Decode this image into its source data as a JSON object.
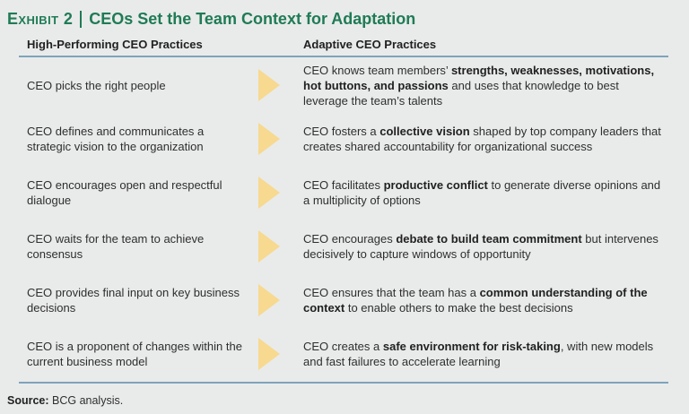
{
  "header": {
    "exhibit_label": "Exhibit 2",
    "title": "CEOs Set the Team Context for Adaptation"
  },
  "table": {
    "columns": [
      "High-Performing CEO Practices",
      "Adaptive CEO Practices"
    ],
    "rows": [
      {
        "left": "CEO picks the right people",
        "right": [
          {
            "text": "CEO knows team members’ ",
            "bold": false
          },
          {
            "text": "strengths, weaknesses, motivations, hot buttons, and passions",
            "bold": true
          },
          {
            "text": " and uses that knowledge to best leverage the team’s talents",
            "bold": false
          }
        ]
      },
      {
        "left": "CEO defines and communicates a strategic vision to the organization",
        "right": [
          {
            "text": "CEO fosters a ",
            "bold": false
          },
          {
            "text": "collective vision",
            "bold": true
          },
          {
            "text": " shaped by top company leaders that creates shared accountability for organizational success",
            "bold": false
          }
        ]
      },
      {
        "left": "CEO encourages open and respectful dialogue",
        "right": [
          {
            "text": "CEO facilitates ",
            "bold": false
          },
          {
            "text": "productive conflict",
            "bold": true
          },
          {
            "text": " to generate diverse opinions and a multiplicity of options",
            "bold": false
          }
        ]
      },
      {
        "left": "CEO waits for the team to achieve consensus",
        "right": [
          {
            "text": "CEO encourages ",
            "bold": false
          },
          {
            "text": "debate to build team commitment",
            "bold": true
          },
          {
            "text": " but intervenes decisively to capture windows of opportunity",
            "bold": false
          }
        ]
      },
      {
        "left": "CEO provides final input on key business decisions",
        "right": [
          {
            "text": "CEO ensures that the team has a ",
            "bold": false
          },
          {
            "text": "common understanding of the context",
            "bold": true
          },
          {
            "text": " to enable others to make the best decisions",
            "bold": false
          }
        ]
      },
      {
        "left": "CEO is a proponent of changes within the current business model",
        "right": [
          {
            "text": "CEO creates a ",
            "bold": false
          },
          {
            "text": "safe environment for risk-taking",
            "bold": true
          },
          {
            "text": ", with new models and fast failures to accelerate learning",
            "bold": false
          }
        ]
      }
    ]
  },
  "footer": {
    "source_label": "Source:",
    "source_text": " BCG analysis."
  },
  "icons": {
    "row_arrow": "right-triangle-icon"
  },
  "colors": {
    "background": "#e9ebea",
    "title_green": "#1f7b56",
    "rule_blue": "#7fa3bb",
    "arrow_yellow": "#f7d990",
    "text_dark": "#212121",
    "text_body": "#2e2e2e"
  }
}
